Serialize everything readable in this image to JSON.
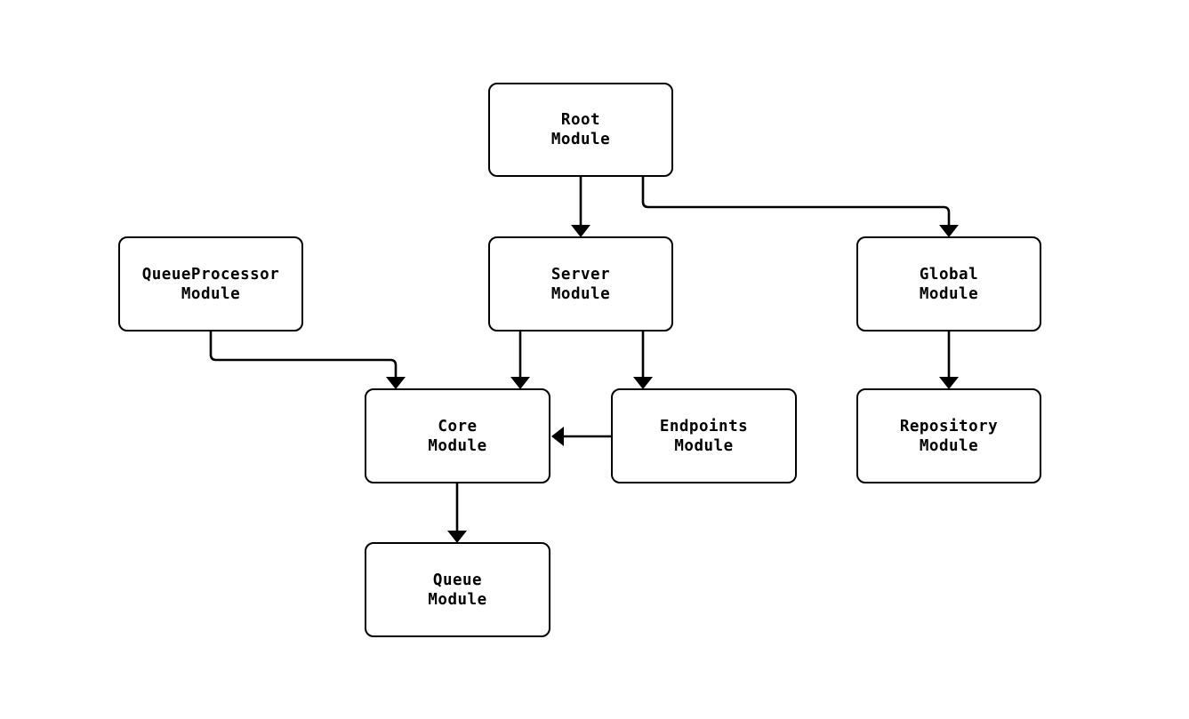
{
  "diagram": {
    "type": "module-dependency-graph",
    "background_color": "#ffffff",
    "line_color": "#000000",
    "node_fill_color": "#ffffff",
    "nodes": {
      "root": {
        "line1": "Root",
        "line2": "Module"
      },
      "queueprocessor": {
        "line1": "QueueProcessor",
        "line2": "Module"
      },
      "server": {
        "line1": "Server",
        "line2": "Module"
      },
      "global": {
        "line1": "Global",
        "line2": "Module"
      },
      "core": {
        "line1": "Core",
        "line2": "Module"
      },
      "endpoints": {
        "line1": "Endpoints",
        "line2": "Module"
      },
      "repository": {
        "line1": "Repository",
        "line2": "Module"
      },
      "queue": {
        "line1": "Queue",
        "line2": "Module"
      }
    },
    "edges": [
      {
        "from": "Root Module",
        "to": "Server Module"
      },
      {
        "from": "Root Module",
        "to": "Global Module"
      },
      {
        "from": "QueueProcessor Module",
        "to": "Core Module"
      },
      {
        "from": "Server Module",
        "to": "Core Module"
      },
      {
        "from": "Server Module",
        "to": "Endpoints Module"
      },
      {
        "from": "Endpoints Module",
        "to": "Core Module"
      },
      {
        "from": "Global Module",
        "to": "Repository Module"
      },
      {
        "from": "Core Module",
        "to": "Queue Module"
      }
    ]
  }
}
